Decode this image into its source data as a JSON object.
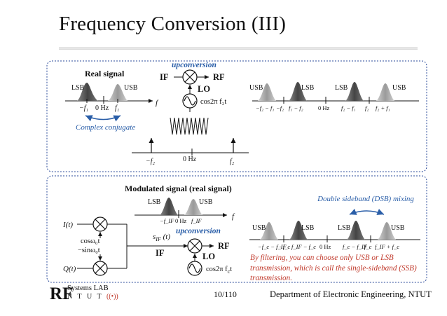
{
  "title": "Frequency Conversion (III)",
  "upper": {
    "real_signal_label": "Real signal",
    "upconversion_label": "upconversion",
    "if_label": "IF",
    "rf_label": "RF",
    "lo_label": "LO",
    "lo_expr": "cos2π f₂t",
    "complex_conj_label": "Complex conjugate",
    "left_spectrum": {
      "lsb": "LSB",
      "usb": "USB",
      "tick_neg_f1": "−f₁",
      "tick_0": "0 Hz",
      "tick_f1": "f₁",
      "axis": "f"
    },
    "lo_spectrum": {
      "tick_neg_f2": "−f₂",
      "tick_0": "0 Hz",
      "tick_f2": "f₂"
    },
    "right_spectrum": {
      "labels": [
        "USB",
        "LSB",
        "LSB",
        "USB"
      ],
      "ticks": [
        "−f₂ − f₁",
        "−f₂",
        "f₁ − f₂",
        "0 Hz",
        "f₂ − f₁",
        "f₂",
        "f₂ + f₁"
      ]
    }
  },
  "lower": {
    "heading": "Modulated signal (real signal)",
    "i_label": "I(t)",
    "q_label": "Q(t)",
    "cos_label": "cosω₀t",
    "sin_label": "−sinω₀t",
    "sif_label": "s_IF(t)",
    "upconversion_label": "upconversion",
    "if_label": "IF",
    "rf_label": "RF",
    "lo_label": "LO",
    "lo_expr": "cos2π f_c t",
    "left_spectrum": {
      "lsb": "LSB",
      "usb": "USB",
      "tick_neg": "−f_IF",
      "tick_0": "0 Hz",
      "tick_pos": "f_IF",
      "axis": "f"
    },
    "right_spectrum": {
      "labels": [
        "USB",
        "LSB",
        "LSB",
        "USB"
      ],
      "ticks": [
        "−f_c − f_IF",
        "−f_c",
        "f_IF − f_c",
        "0 Hz",
        "f_c − f_IF",
        "f_c",
        "f_IF + f_c"
      ]
    },
    "dsb_note": "Double sideband (DSB) mixing",
    "ssb_note": "By filtering, you can choose only USB or LSB transmission, which is call the single-sideband (SSB) transmission."
  },
  "footer": {
    "logo_rf": "RF",
    "logo_systems": "Systems LAB",
    "logo_ntut": "N T U T",
    "page": "10/110",
    "department": "Department of Electronic Engineering, NTUT"
  },
  "colors": {
    "panel_border": "#2a4a9a",
    "accent_blue": "#2a5ea8",
    "accent_red": "#c0392b",
    "lsb_dark": "#555555",
    "usb_light": "#aaaaaa"
  }
}
